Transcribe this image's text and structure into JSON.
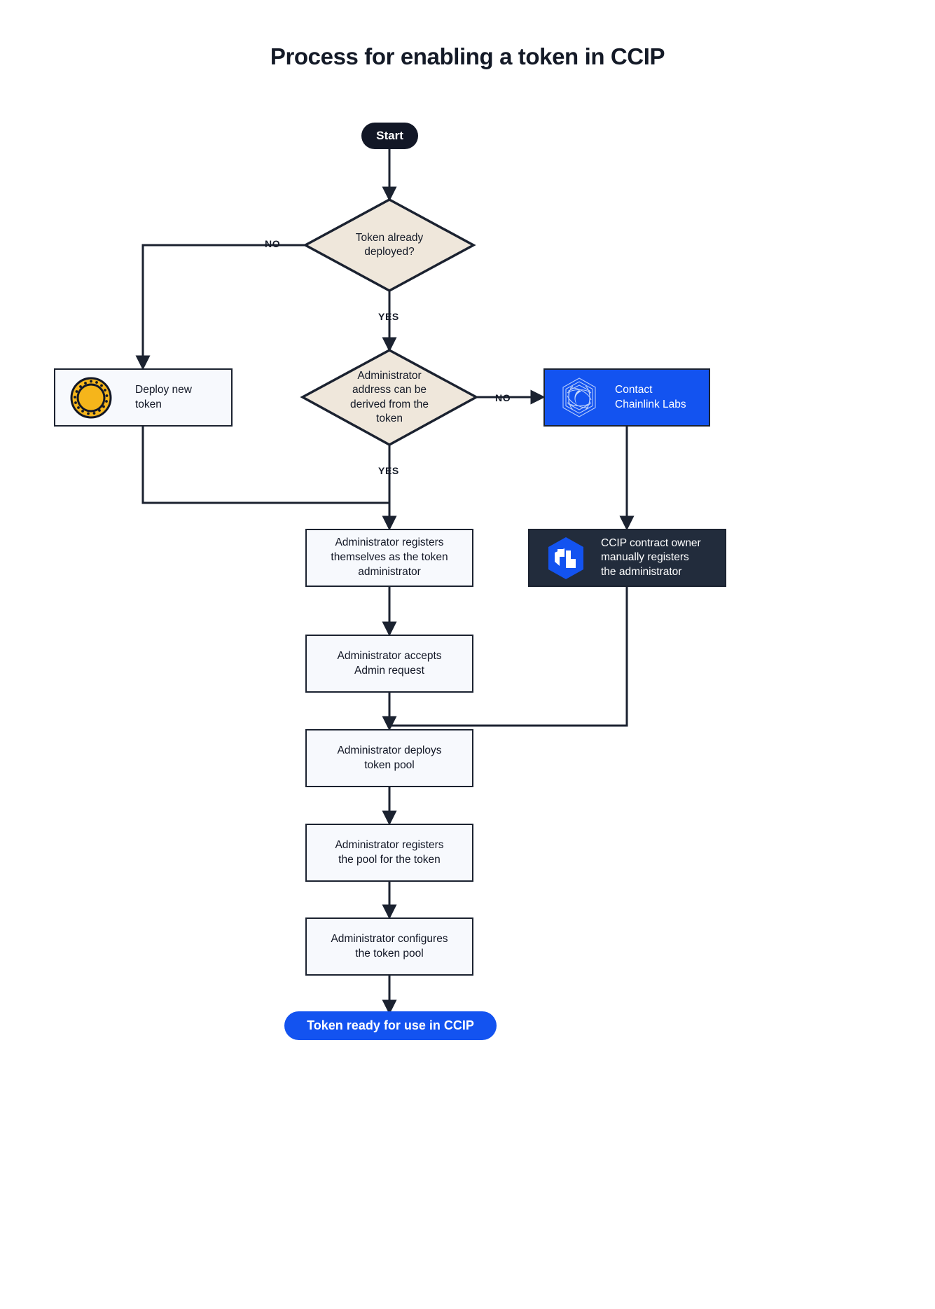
{
  "title": "Process for enabling a token in CCIP",
  "colors": {
    "ink": "#121726",
    "box_fill": "#F7F9FD",
    "diamond_fill": "#EFE7DB",
    "brand_blue": "#1353F0",
    "dark_panel": "#222C3C",
    "coin_gold": "#F5B51B",
    "page_bg": "#FFFFFF"
  },
  "nodes": {
    "start": {
      "label": "Start",
      "shape": "terminator"
    },
    "decision_deployed": {
      "shape": "decision",
      "lines": [
        "Token already",
        "deployed?"
      ],
      "text": "Token already deployed?"
    },
    "deploy_token": {
      "shape": "process",
      "text": "Deploy new token",
      "icon": "gold-coin-icon"
    },
    "decision_admin_derived": {
      "shape": "decision",
      "lines": [
        "Administrator",
        "address can be",
        "derived from the",
        "token"
      ],
      "text": "Administrator address can be derived from the token"
    },
    "contact_chainlink": {
      "shape": "process",
      "lines": [
        "Contact",
        "Chainlink Labs"
      ],
      "text": "Contact Chainlink Labs",
      "icon": "chainlink-hexagon-icon"
    },
    "admin_registers_self": {
      "shape": "process",
      "lines": [
        "Administrator registers",
        "themselves as the token",
        "administrator"
      ],
      "text": "Administrator registers themselves as the token administrator"
    },
    "ccip_owner_registers": {
      "shape": "process",
      "lines": [
        "CCIP contract owner",
        "manually registers",
        "the administrator"
      ],
      "text": "CCIP contract owner manually registers the administrator",
      "icon": "ccip-hexagon-icon"
    },
    "admin_accepts": {
      "shape": "process",
      "lines": [
        "Administrator accepts",
        "Admin request"
      ],
      "text": "Administrator accepts Admin request"
    },
    "admin_deploys_pool": {
      "shape": "process",
      "lines": [
        "Administrator deploys",
        "token pool"
      ],
      "text": "Administrator deploys token pool"
    },
    "admin_registers_pool": {
      "shape": "process",
      "lines": [
        "Administrator registers",
        "the pool for the token"
      ],
      "text": "Administrator registers the pool for the token"
    },
    "admin_configures_pool": {
      "shape": "process",
      "lines": [
        "Administrator configures",
        "the token pool"
      ],
      "text": "Administrator configures the token pool"
    },
    "end": {
      "label": "Token ready for use in CCIP",
      "shape": "terminator"
    }
  },
  "edge_labels": {
    "no_1": "NO",
    "yes_1": "YES",
    "no_2": "NO",
    "yes_2": "YES"
  },
  "flow": [
    {
      "from": "start",
      "to": "decision_deployed",
      "label": ""
    },
    {
      "from": "decision_deployed",
      "to": "deploy_token",
      "label": "NO"
    },
    {
      "from": "decision_deployed",
      "to": "decision_admin_derived",
      "label": "YES"
    },
    {
      "from": "deploy_token",
      "to": "admin_registers_self",
      "label": ""
    },
    {
      "from": "decision_admin_derived",
      "to": "contact_chainlink",
      "label": "NO"
    },
    {
      "from": "decision_admin_derived",
      "to": "admin_registers_self",
      "label": "YES"
    },
    {
      "from": "contact_chainlink",
      "to": "ccip_owner_registers",
      "label": ""
    },
    {
      "from": "admin_registers_self",
      "to": "admin_accepts",
      "label": ""
    },
    {
      "from": "ccip_owner_registers",
      "to": "admin_accepts",
      "label": ""
    },
    {
      "from": "admin_accepts",
      "to": "admin_deploys_pool",
      "label": ""
    },
    {
      "from": "admin_deploys_pool",
      "to": "admin_registers_pool",
      "label": ""
    },
    {
      "from": "admin_registers_pool",
      "to": "admin_configures_pool",
      "label": ""
    },
    {
      "from": "admin_configures_pool",
      "to": "end",
      "label": ""
    }
  ]
}
